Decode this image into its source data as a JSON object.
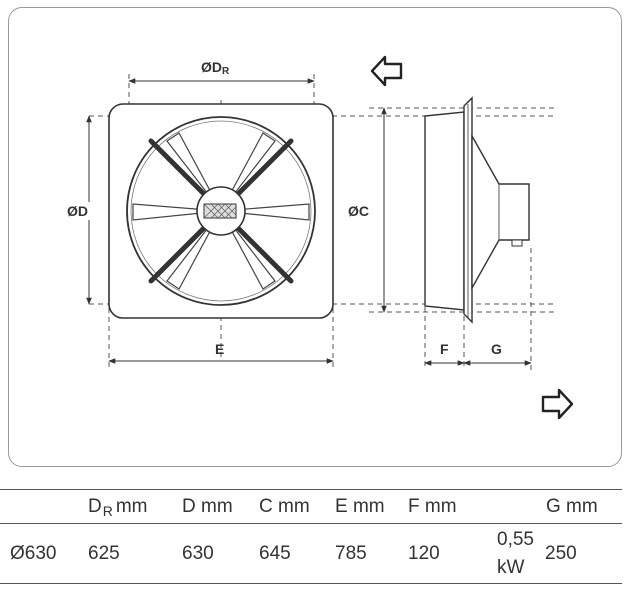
{
  "diagram": {
    "labels": {
      "dr_symbol": "ØD",
      "dr_sub": "R",
      "d": "ØD",
      "c": "ØC",
      "e": "E",
      "f": "F",
      "g": "G"
    },
    "icons": [
      "airflow-arrow-left-icon",
      "airflow-arrow-right-icon"
    ]
  },
  "table": {
    "headers": {
      "dr_main": "D",
      "dr_sub": "R",
      "dr_unit": "mm",
      "d": "D mm",
      "c": "C mm",
      "e": "E mm",
      "f": "F mm",
      "g": "G mm"
    },
    "row": {
      "model": "Ø630",
      "dr": "625",
      "d": "630",
      "c": "645",
      "e": "785",
      "f": "120",
      "power_value": "0,55",
      "power_unit": "kW",
      "g": "250"
    }
  }
}
